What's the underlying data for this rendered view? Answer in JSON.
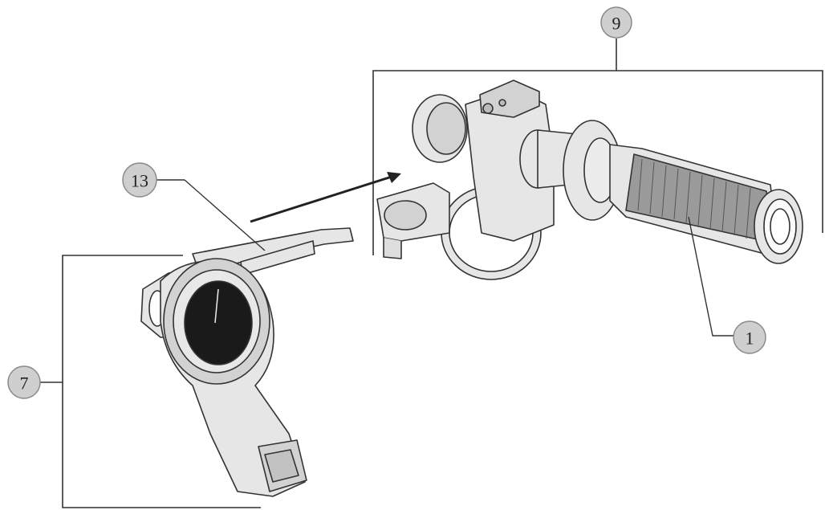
{
  "callouts": {
    "side_handle_assembly": "9",
    "depth_stop_rod": "13",
    "dust_extractor_collector": "7",
    "handle_grip": "1"
  },
  "colors": {
    "callout_fill": "#cfcfcf",
    "line": "#333333",
    "part_fill": "#e6e6e6"
  }
}
